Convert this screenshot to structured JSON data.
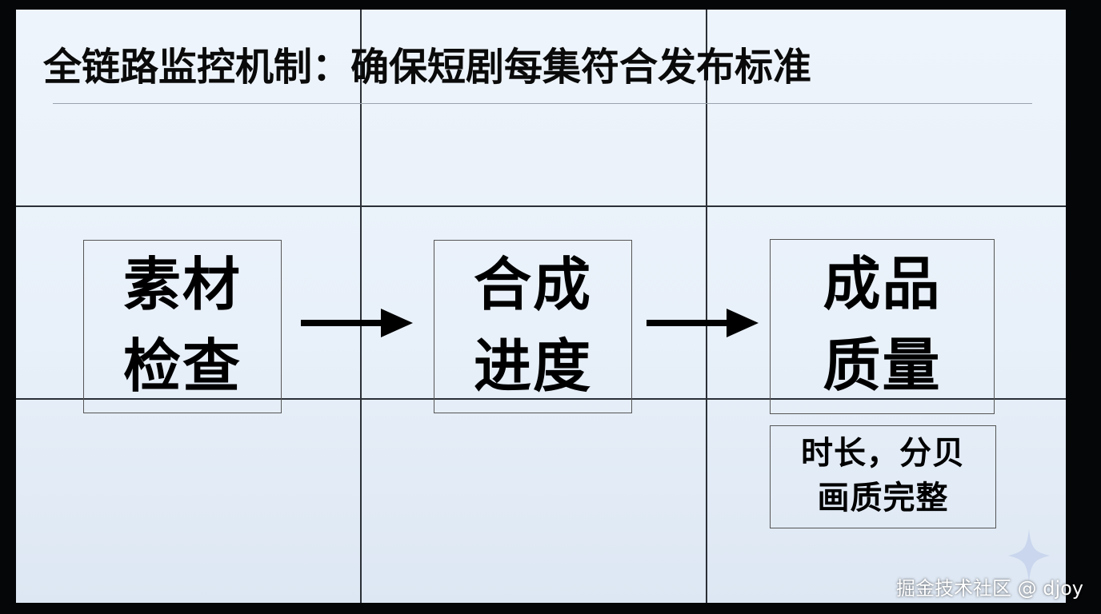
{
  "title": "全链路监控机制：确保短剧每集符合发布标准",
  "steps": [
    {
      "line1": "素材",
      "line2": "检查"
    },
    {
      "line1": "合成",
      "line2": "进度"
    },
    {
      "line1": "成品",
      "line2": "质量"
    }
  ],
  "quality_detail": {
    "line1": "时长，分贝",
    "line2": "画质完整"
  },
  "watermark": "掘金技术社区 @ djoy",
  "colors": {
    "background": "#e8f0f9",
    "text": "#000000",
    "bezel": "#2b2f36"
  },
  "icons": [
    "right-arrow-icon",
    "right-arrow-icon",
    "sparkle-icon"
  ]
}
